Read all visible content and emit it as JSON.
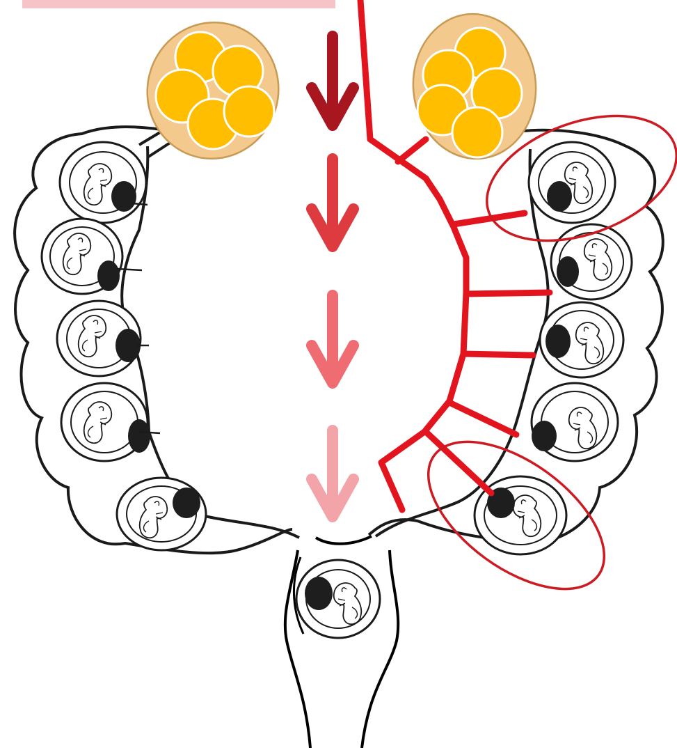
{
  "header": {
    "label_text": ""
  },
  "colors": {
    "outline": "#1a1a1a",
    "vessel": "#e2151f",
    "highlight": "#cc1b22",
    "ovary_fill": "#f3c98e",
    "ovary_stroke": "#c99a53",
    "follicle": "#ffbe00",
    "placenta": "#1e1e1e",
    "arrows": [
      "#a8161f",
      "#de3b41",
      "#ef6c72",
      "#f3a4a8"
    ]
  },
  "diagram": {
    "description_icons": [
      "ovary-icon",
      "fetus-icon",
      "placenta-icon",
      "down-arrow-icon"
    ],
    "left_horn_fetus_count": 5,
    "right_horn_fetus_count": 5,
    "body_fetus_count": 1,
    "highlighted_fetuses": 2,
    "gradient_arrow_count": 4
  }
}
